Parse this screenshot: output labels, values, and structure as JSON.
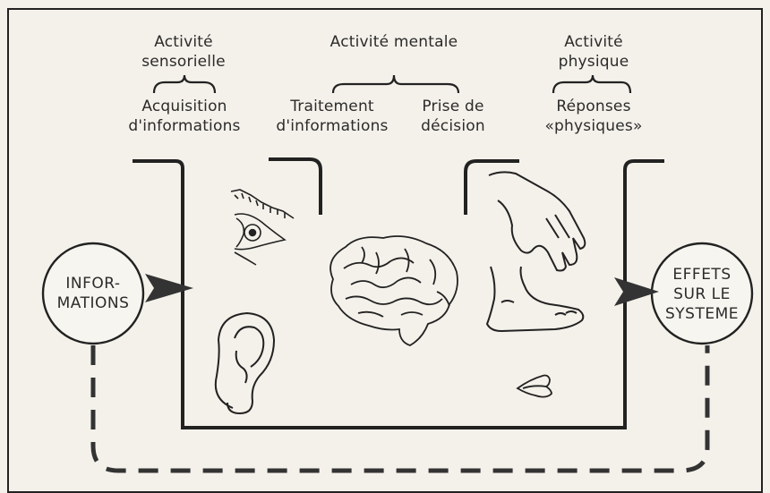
{
  "diagram": {
    "headers": {
      "sensory": "Activité\nsensorielle",
      "mental": "Activité mentale",
      "physical": "Activité\nphysique"
    },
    "subheaders": {
      "acquisition": "Acquisition\nd'informations",
      "treatment": "Traitement\nd'informations",
      "decision": "Prise de\ndécision",
      "responses": "Réponses\n«physiques»"
    },
    "nodes": {
      "input": "INFOR-\nMATIONS",
      "output": "EFFETS\nSUR LE\nSYSTEME"
    },
    "icons": [
      "eye-icon",
      "ear-icon",
      "brain-icon",
      "hand-icon",
      "foot-icon",
      "mouth-icon"
    ]
  }
}
